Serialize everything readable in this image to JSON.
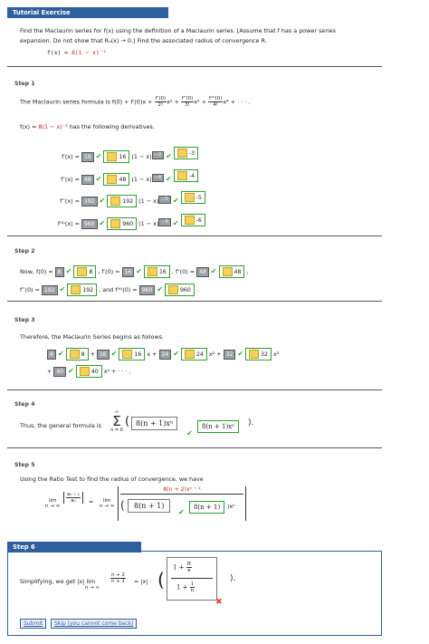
{
  "header": {
    "title": "Tutorial Exercise"
  },
  "problem": {
    "text1": "Find the Maclaurin series for f(x) using the definition of a Maclaurin series. [Assume that f has a power series",
    "text2": "expansion. Do not show that Rₙ(x) → 0.] Find the associated radius of convergence R.",
    "fx_lhs": "f(x) = ",
    "fx_rhs": "8(1 − x)⁻²"
  },
  "step1": {
    "label": "Step 1",
    "formula_prefix": "The Maclaurin series formula is  f(0) + f′(0)x + ",
    "formula_tail": "x² + ",
    "formula_tail2": "x³ + ",
    "formula_tail3": "x⁴ + · · · .",
    "f2num": "f″(0)",
    "f2den": "2!",
    "f3num": "f‴(0)",
    "f3den": "3!",
    "f4num": "f⁽⁴⁾(0)",
    "f4den": "4!",
    "deriv_intro_lhs": "f(x) = ",
    "deriv_intro_red": "8(1 − x)⁻²",
    "deriv_intro_rest": " has the following derivatives.",
    "derivs": [
      {
        "lhs": "f′(x) = ",
        "given": "16",
        "coef": "16",
        "mid": "(1 − x)",
        "exp_given": "−3",
        "exp_ans": "-3"
      },
      {
        "lhs": "f″(x) = ",
        "given": "48",
        "coef": "48",
        "mid": "(1 − x)",
        "exp_given": "−4",
        "exp_ans": "-4"
      },
      {
        "lhs": "f‴(x) = ",
        "given": "192",
        "coef": "192",
        "mid": "(1 − x)",
        "exp_given": "−5",
        "exp_ans": "-5"
      },
      {
        "lhs": "f⁽⁴⁾(x) = ",
        "given": "960",
        "coef": "960",
        "mid": "(1 − x)",
        "exp_given": "−6",
        "exp_ans": "-6"
      }
    ]
  },
  "step2": {
    "label": "Step 2",
    "now": "Now,  f(0) = ",
    "f0": "8",
    "f0ans": "8",
    "f1lbl": " ,  f′(0) = ",
    "f1": "16",
    "f1ans": "16",
    "f2lbl": " ,  f″(0) = ",
    "f2": "48",
    "f2ans": "48",
    "f3lbl": "f‴(0) = ",
    "f3": "192",
    "f3ans": "192",
    "f4lbl": " ,  and  f⁽⁴⁾(0) = ",
    "f4": "960",
    "f4ans": "960",
    "comma": ",",
    "period": "."
  },
  "step3": {
    "label": "Step 3",
    "text": "Therefore, the Maclaurin Series begins as follows.",
    "t0": "8",
    "t0a": "8",
    "t1": "16",
    "t1a": "16",
    "t1x": " x + ",
    "t2": "24",
    "t2a": "24",
    "t2x": " x² + ",
    "t3": "32",
    "t3a": "32",
    "t3x": " x³",
    "plus": "+ ",
    "t4": "40",
    "t4a": "40",
    "t4x": " x⁴ + · · · ."
  },
  "step4": {
    "label": "Step 4",
    "text": "Thus, the general formula is ",
    "sum_top": "∞",
    "sum_bot": "n = 0",
    "expr": "8(n + 1)xⁿ",
    "ans": "8(n + 1)xⁿ",
    "close": ")."
  },
  "step5": {
    "label": "Step 5",
    "text": "Using the Ratio Test to find the radius of convergence, we have",
    "lim": "lim",
    "n_inf": "n → ∞",
    "ratio_num": "aₙ ₊ ₁",
    "ratio_den": "aₙ",
    "eq": " = ",
    "top_red": "8(n + 2)xⁿ ⁺ ¹",
    "bot_expr": "8(n + 1)",
    "bot_ans": "8(n + 1)",
    "bot_x": ")xⁿ"
  },
  "step6": {
    "label": "Step 6",
    "text": "Simplifying, we get  |x|  lim",
    "n_inf": "n → ∞",
    "fnum": "n + 2",
    "fden": "n + 1",
    "abs_eq": " = |x| · ",
    "box_num_a": "1 + ",
    "box_num_b": "R",
    "box_num_c": "n",
    "box_den_a": "1 + ",
    "box_den_b": "1",
    "box_den_c": "n",
    "close": ")."
  },
  "buttons": {
    "submit": "Submit",
    "skip": "Skip (you cannot come back)"
  },
  "colors": {
    "header": "#2e5f9e",
    "correct": "#2e9e2e",
    "red": "#d02020"
  }
}
